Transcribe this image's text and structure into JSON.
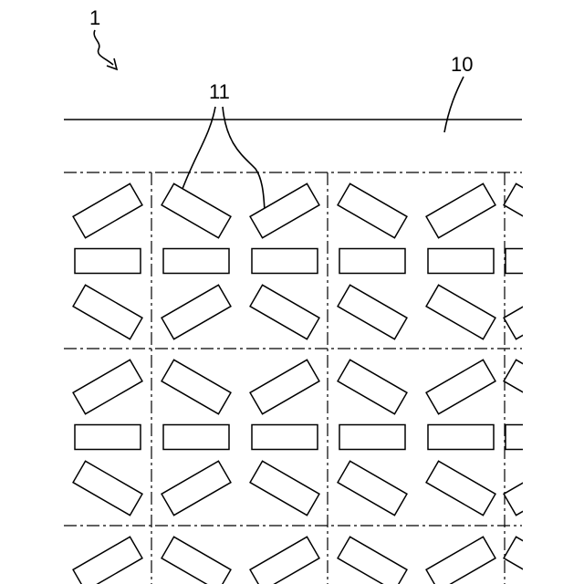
{
  "figure": {
    "ref_device": "1",
    "ref_sheet": "10",
    "ref_chips": "11"
  },
  "layout_pattern": {
    "chip_rows_per_cell": [
      "tilted-down",
      "horizontal",
      "tilted-up"
    ],
    "chip_columns": 5,
    "cell_rows_visible": 3
  },
  "colors": {
    "line": "#000000",
    "background": "#ffffff"
  }
}
